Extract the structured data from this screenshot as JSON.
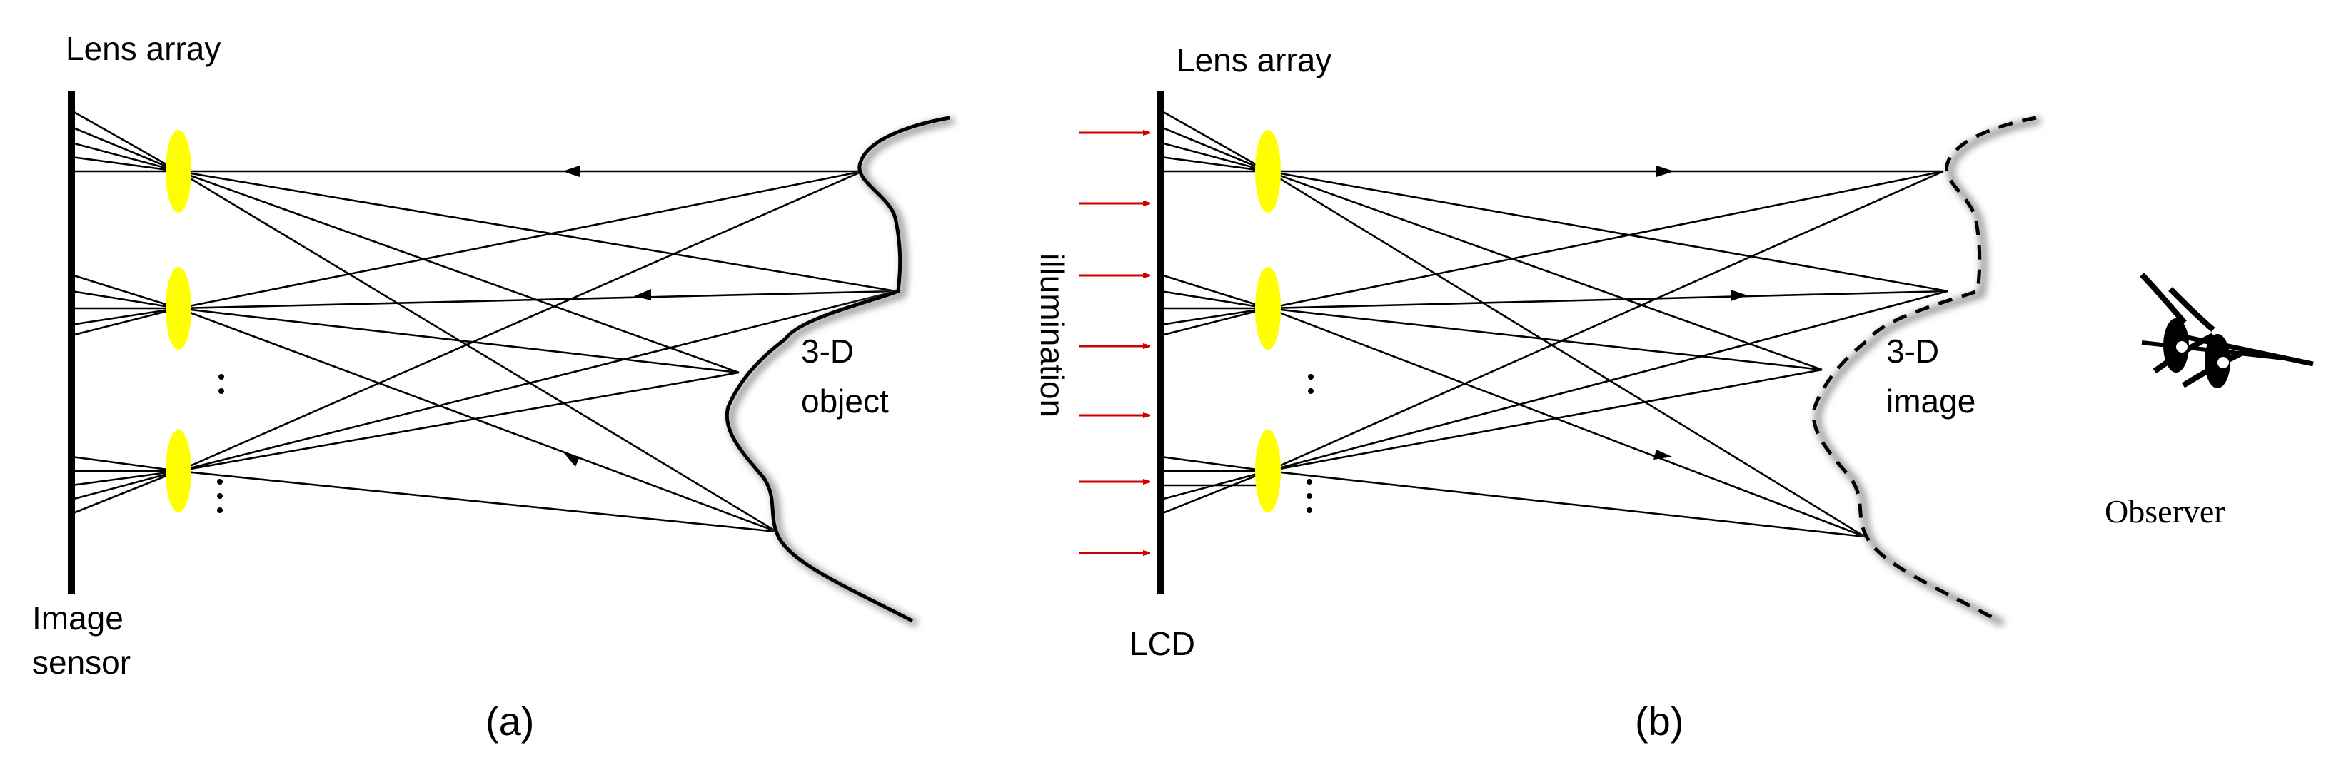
{
  "panel_a": {
    "lens_label": "Lens array",
    "sensor_label_line1": "Image",
    "sensor_label_line2": "sensor",
    "object_label_line1": "3-D",
    "object_label_line2": "object",
    "caption": "(a)"
  },
  "panel_b": {
    "lens_label": "Lens array",
    "illumination_label": "illumination",
    "display_label": "LCD",
    "image_label_line1": "3-D",
    "image_label_line2": "image",
    "observer_label": "Observer",
    "caption": "(b)"
  },
  "colors": {
    "lens": "#ffff00",
    "illumination_arrow": "#cc0000",
    "lines": "#000000"
  },
  "icons": {
    "observer": "eye-icon"
  }
}
